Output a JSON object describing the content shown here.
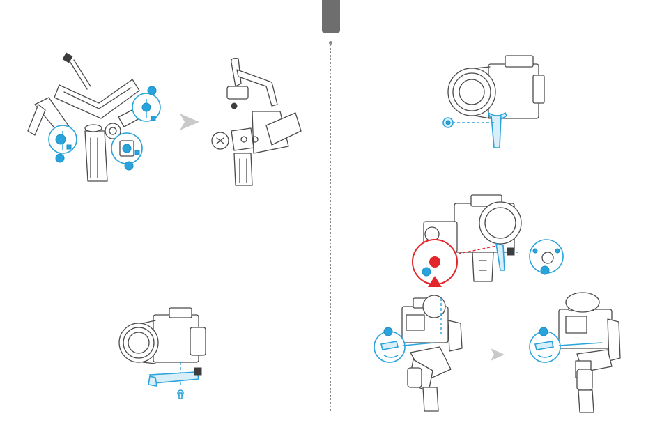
{
  "page": {
    "tab_color": "#6e6e6e",
    "divider_style": "dotted"
  },
  "colors": {
    "accent_blue": "#29a3dc",
    "warning_red": "#e2262a",
    "line_gray": "#4a4a4a",
    "arrow_gray": "#c9c9c9"
  },
  "illustrations": [
    {
      "name": "gimbal-folded-unlocking-axes"
    },
    {
      "name": "gimbal-unfolded"
    },
    {
      "name": "camera-quick-release-plate-mount"
    },
    {
      "name": "camera-lens-support-mount"
    },
    {
      "name": "camera-mounted-on-gimbal-with-warning"
    },
    {
      "name": "camera-balancing-sliding-plate"
    },
    {
      "name": "camera-balanced-locked"
    }
  ]
}
